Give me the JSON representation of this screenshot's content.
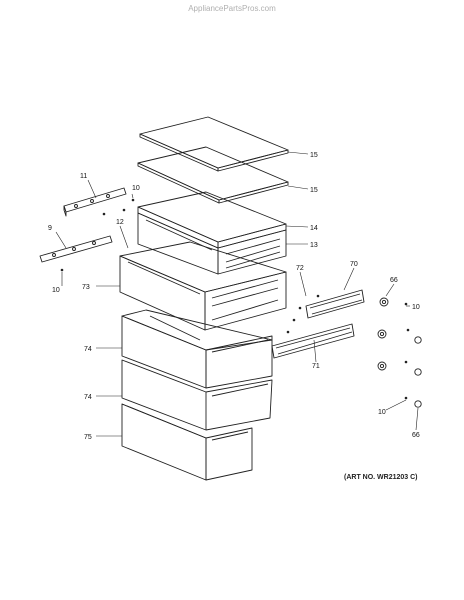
{
  "watermark": "AppliancePartsPros.com",
  "art_number": "(ART NO. WR21203 C)",
  "callouts": {
    "shelf_top": "15",
    "shelf_second": "15",
    "drawer_cover": "14",
    "drawer_frame": "13",
    "left_bracket_upper": "11",
    "bracket_screw_upper": "10",
    "drawer_upper": "12",
    "left_bracket_lower": "9",
    "bracket_screw_lower": "10",
    "drawer_large": "73",
    "drawer_a": "74",
    "drawer_b": "74",
    "drawer_bottom": "75",
    "slide_rail_right": "70",
    "screw_group": "72",
    "slide_rail_lower": "71",
    "roller_top": "66",
    "screw_top": "10",
    "screw_bottom": "10",
    "roller_bottom": "66"
  }
}
